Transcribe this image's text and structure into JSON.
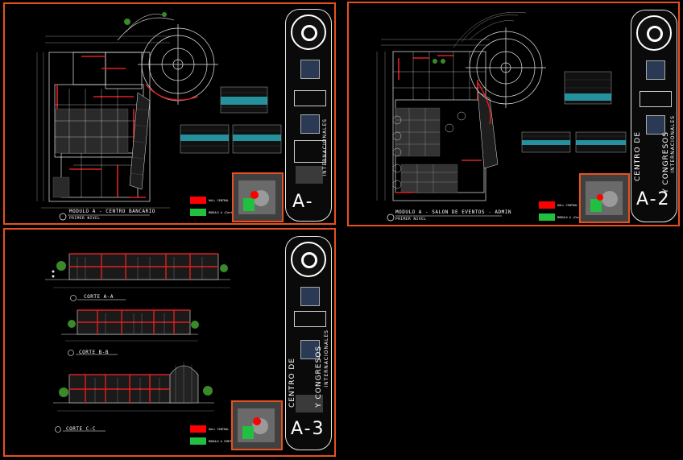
{
  "colors": {
    "sheet_border": "#e8501e",
    "wall_red": "#e02020",
    "line_white": "#e8e8e8",
    "table_cyan": "#2ec8d8",
    "legend_red": "#ff0000",
    "legend_green": "#22c040"
  },
  "sheets": [
    {
      "id": "A-1",
      "drawing_title": "MODULO A - CENTRO BANCARIO",
      "drawing_subtitle": "PRIMER NIVEL",
      "sheet_number": "A-",
      "legend": [
        {
          "color": "red",
          "text": "HALL CENTRAL"
        },
        {
          "color": "green",
          "text": "MODULO A (Centro Bancario)"
        }
      ]
    },
    {
      "id": "A-2",
      "drawing_title": "MODULO A - SALON DE EVENTOS - ADMIN",
      "drawing_subtitle": "PRIMER NIVEL",
      "sheet_number": "A-2",
      "legend": [
        {
          "color": "red",
          "text": "HALL CENTRAL"
        },
        {
          "color": "green",
          "text": "MODULO A (Centro Bancario)"
        }
      ]
    },
    {
      "id": "A-3",
      "sections": [
        "CORTE A-A",
        "CORTE B-B",
        "CORTE C-C"
      ],
      "sheet_number": "A-3",
      "legend": [
        {
          "color": "red",
          "text": "HALL CENTRAL"
        },
        {
          "color": "green",
          "text": "MODULO A CENTRO BANCARIO"
        }
      ]
    }
  ],
  "title_block": {
    "line1": "CENTRO DE",
    "line2": "Y CONGRESOS",
    "line3": "INTERNACIONALES"
  }
}
